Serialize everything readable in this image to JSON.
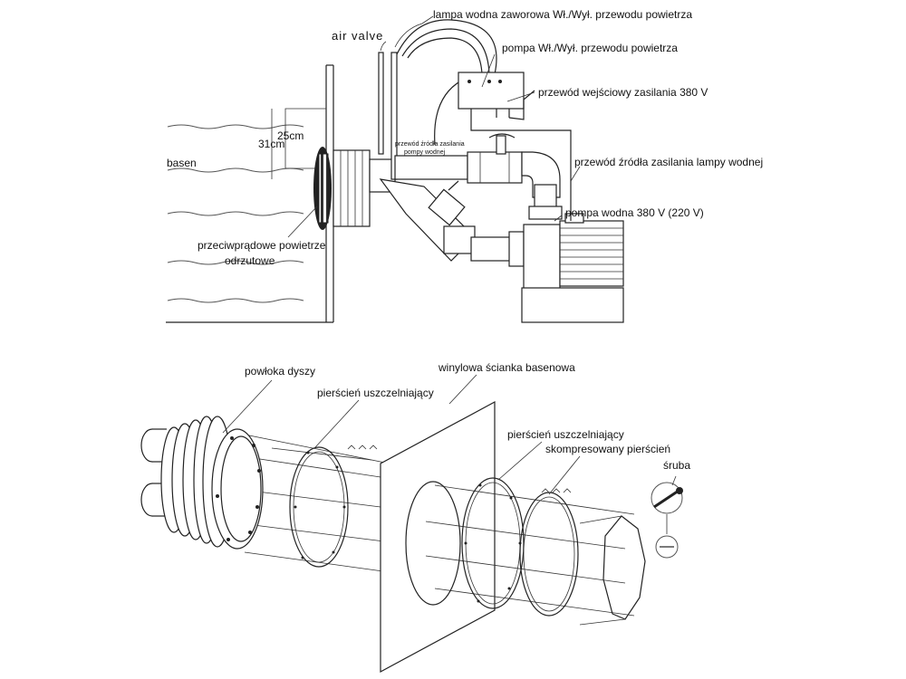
{
  "top": {
    "air_valve": "air valve",
    "lamp_label": "lampa wodna zaworowa Wł./Wył. przewodu powietrza",
    "pump_switch_label": "pompa Wł./Wył. przewodu powietrza",
    "power_input_label": "przewód wejściowy zasilania 380 V",
    "dim_25": "25cm",
    "dim_31": "31cm",
    "pump_power_line1": "przewód źródła zasilania",
    "pump_power_line2": "pompy wodnej",
    "lamp_power_label": "przewód źródła zasilania lampy wodnej",
    "basin_label": "basen",
    "pump_label": "pompa wodna 380 V (220 V)",
    "air_jet_line1": "przeciwprądowe powietrze",
    "air_jet_line2": "odrzutowe"
  },
  "bottom": {
    "nozzle_cover": "powłoka dyszy",
    "seal_ring_1": "pierścień uszczelniający",
    "vinyl_wall": "winylowa ścianka basenowa",
    "seal_ring_2": "pierścień uszczelniający",
    "compressed_ring": "skompresowany pierścień",
    "screw": "śruba"
  }
}
